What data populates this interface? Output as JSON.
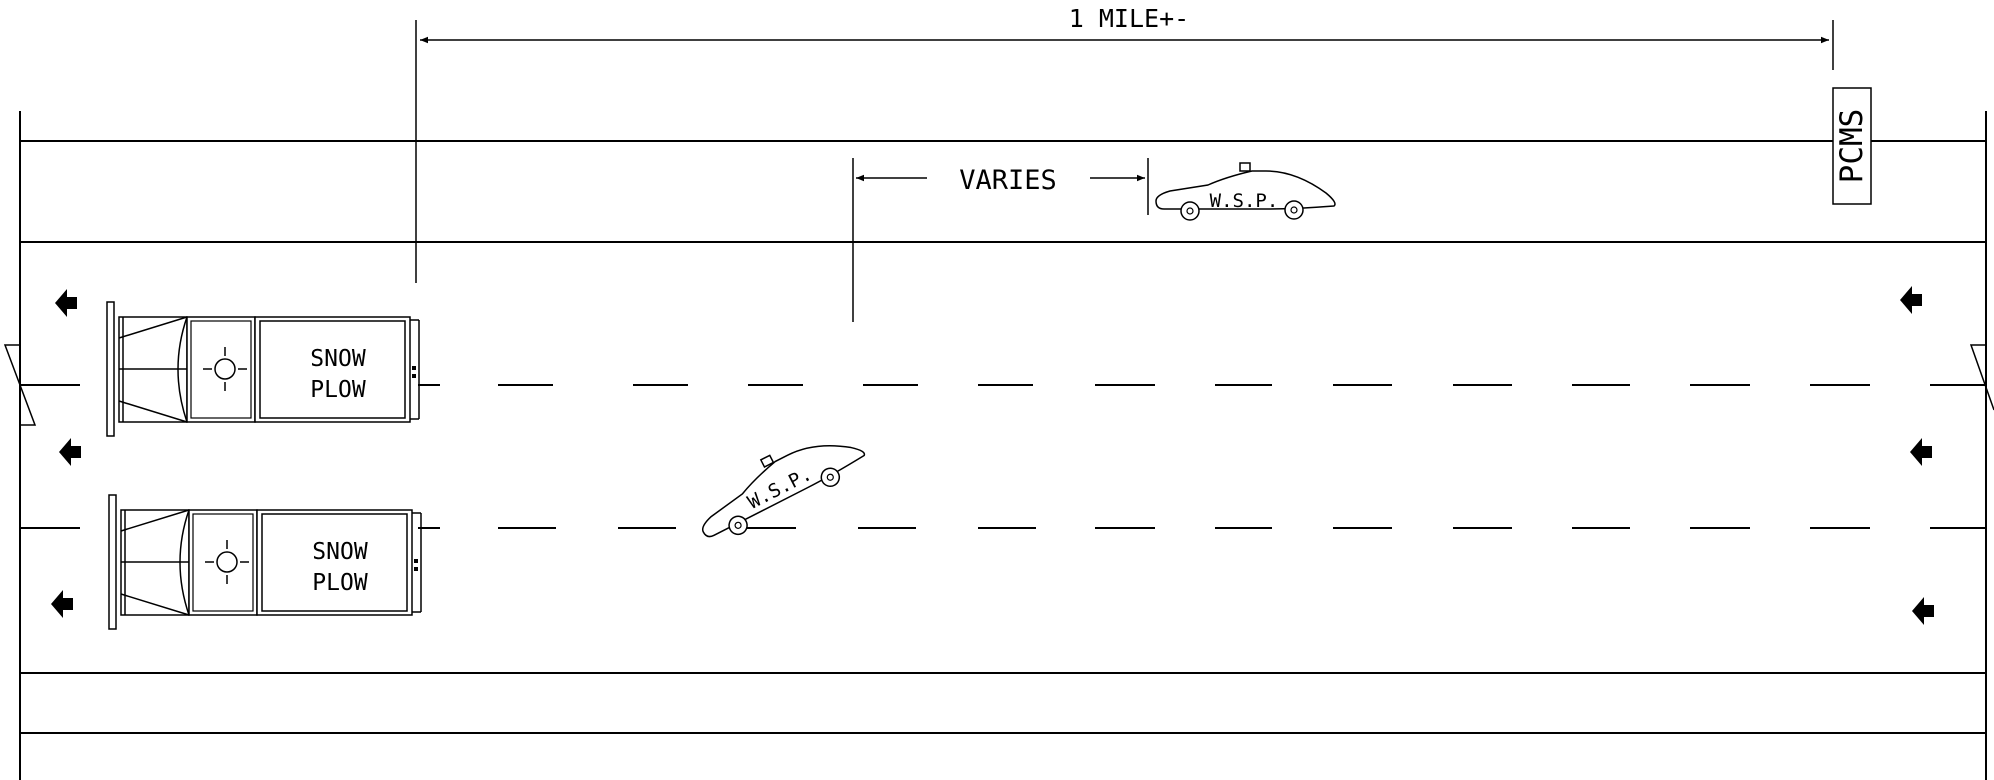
{
  "dimension": {
    "label": "1 MILE+-"
  },
  "varies": {
    "label": "VARIES"
  },
  "pcms": {
    "label": "PCMS"
  },
  "plows": [
    {
      "line1": "SNOW",
      "line2": "PLOW"
    },
    {
      "line1": "SNOW",
      "line2": "PLOW"
    }
  ],
  "patrol_cars": [
    {
      "label": "W.S.P."
    },
    {
      "label": "W.S.P."
    }
  ],
  "icons": [
    "direction-arrow-icon",
    "beacon-light-icon",
    "break-line-icon"
  ]
}
